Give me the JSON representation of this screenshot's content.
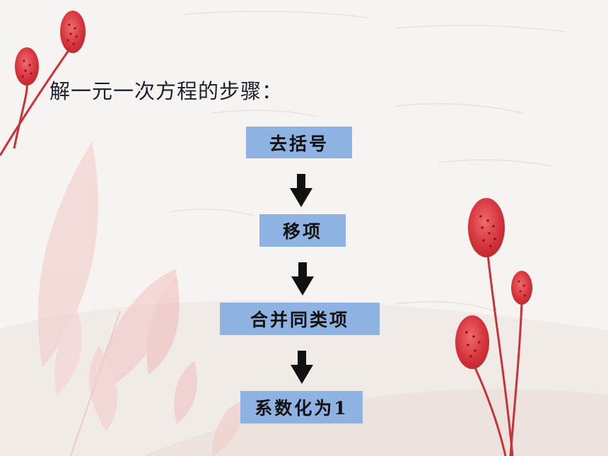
{
  "title": "解一元一次方程的步骤：",
  "steps": [
    {
      "label": "去括号"
    },
    {
      "label": "移项"
    },
    {
      "label": "合并同类项"
    },
    {
      "label": "系数化为1"
    }
  ],
  "colors": {
    "step_fill": "#8eb3e3",
    "arrow": "#111111",
    "flower": "#d84048"
  }
}
